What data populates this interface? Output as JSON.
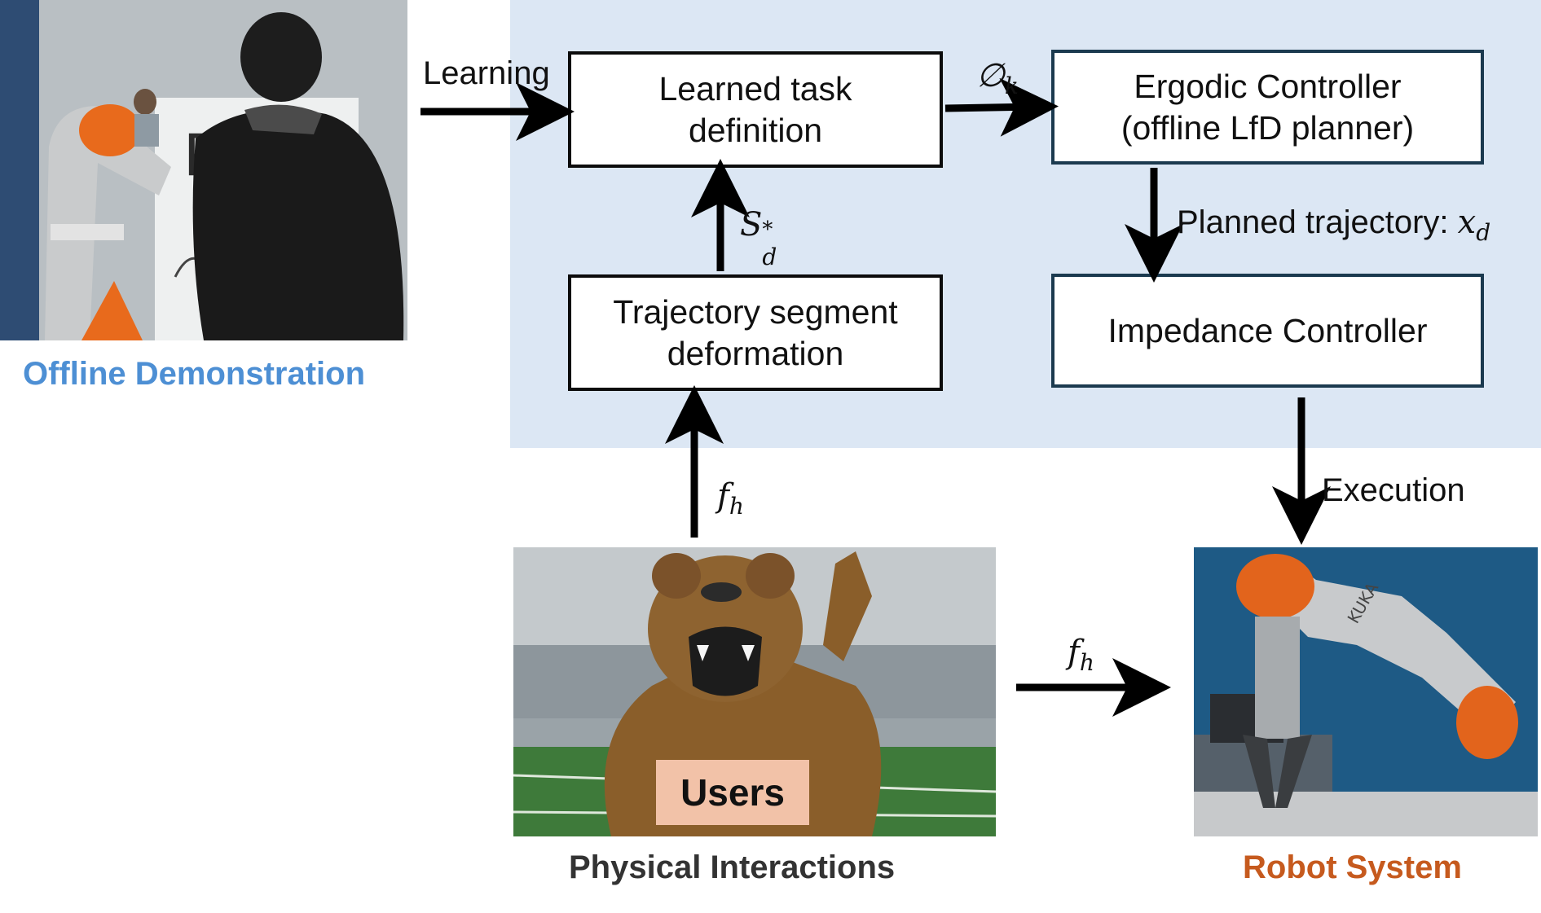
{
  "demo": {
    "caption": "Offline Demonstration",
    "caption_color": "#4d8fd4"
  },
  "system": {
    "learned_task": [
      "Learned task",
      "definition"
    ],
    "ergodic": [
      "Ergodic Controller",
      "(offline LfD planner)"
    ],
    "trajectory_seg": [
      "Trajectory segment",
      "deformation"
    ],
    "impedance": "Impedance Controller"
  },
  "labels": {
    "learning": "Learning",
    "phi": "∅",
    "phi_sub": "k",
    "s": "S",
    "s_sub": "d",
    "s_sup": "*",
    "planned": "Planned trajectory:",
    "x": "x",
    "x_sub": "d",
    "f_up": "f",
    "f_up_sub": "h",
    "f_right": "f",
    "f_right_sub": "h",
    "execution": "Execution"
  },
  "users": {
    "badge": "Users",
    "caption": "Physical Interactions",
    "caption_color": "#333333"
  },
  "robot": {
    "caption": "Robot System",
    "caption_color": "#c65a1e",
    "brand": "KUKA"
  }
}
